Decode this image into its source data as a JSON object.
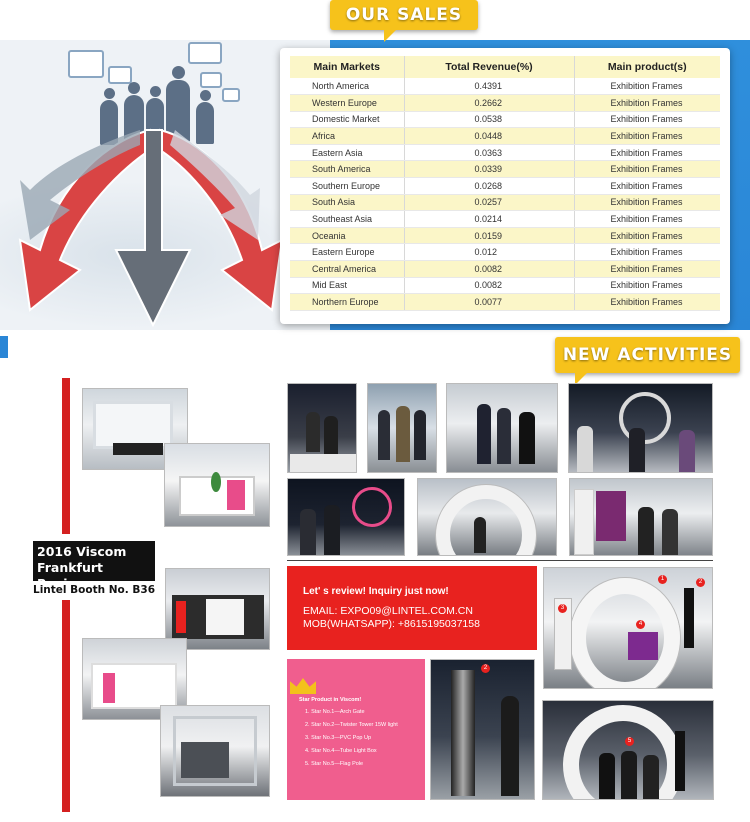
{
  "sales": {
    "title": "OUR SALES",
    "headers": [
      "Main Markets",
      "Total Revenue(%)",
      "Main product(s)"
    ],
    "rows": [
      [
        "North America",
        "0.4391",
        "Exhibition Frames"
      ],
      [
        "Western Europe",
        "0.2662",
        "Exhibition Frames"
      ],
      [
        "Domestic Market",
        "0.0538",
        "Exhibition Frames"
      ],
      [
        "Africa",
        "0.0448",
        "Exhibition Frames"
      ],
      [
        "Eastern Asia",
        "0.0363",
        "Exhibition Frames"
      ],
      [
        "South America",
        "0.0339",
        "Exhibition Frames"
      ],
      [
        "Southern Europe",
        "0.0268",
        "Exhibition Frames"
      ],
      [
        "South Asia",
        "0.0257",
        "Exhibition Frames"
      ],
      [
        "Southeast Asia",
        "0.0214",
        "Exhibition Frames"
      ],
      [
        "Oceania",
        "0.0159",
        "Exhibition Frames"
      ],
      [
        "Eastern Europe",
        "0.012",
        "Exhibition Frames"
      ],
      [
        "Central America",
        "0.0082",
        "Exhibition Frames"
      ],
      [
        "Mid East",
        "0.0082",
        "Exhibition Frames"
      ],
      [
        "Northern Europe",
        "0.0077",
        "Exhibition Frames"
      ]
    ]
  },
  "activities": {
    "title": "NEW ACTIVITIES",
    "review_line1": "2016 Viscom",
    "review_line2": "Frankfurt Review",
    "booth": "Lintel Booth No. B36",
    "inquiry_heading": "Let' s review! Inquiry just now!",
    "email": "EMAIL: EXPO09@LINTEL.COM.CN",
    "mob": "MOB(WHATSAPP): +8615195037158",
    "stars_heading": "Star Product in Viscom!",
    "stars": [
      "1. Star No.1—Arch Gate",
      "2. Star No.2—Twister Tower 15W light",
      "3. Star No.3—PVC Pop Up",
      "4. Star No.4—Tube Light Box",
      "5. Star No.5—Flag Pole"
    ],
    "badges": [
      "1",
      "2",
      "3",
      "4",
      "5"
    ]
  },
  "colors": {
    "accent_yellow": "#f6c21b",
    "blue": "#2a86d6",
    "red": "#e8221f",
    "pink": "#f05e8e",
    "row_highlight": "#fbf6c8"
  }
}
